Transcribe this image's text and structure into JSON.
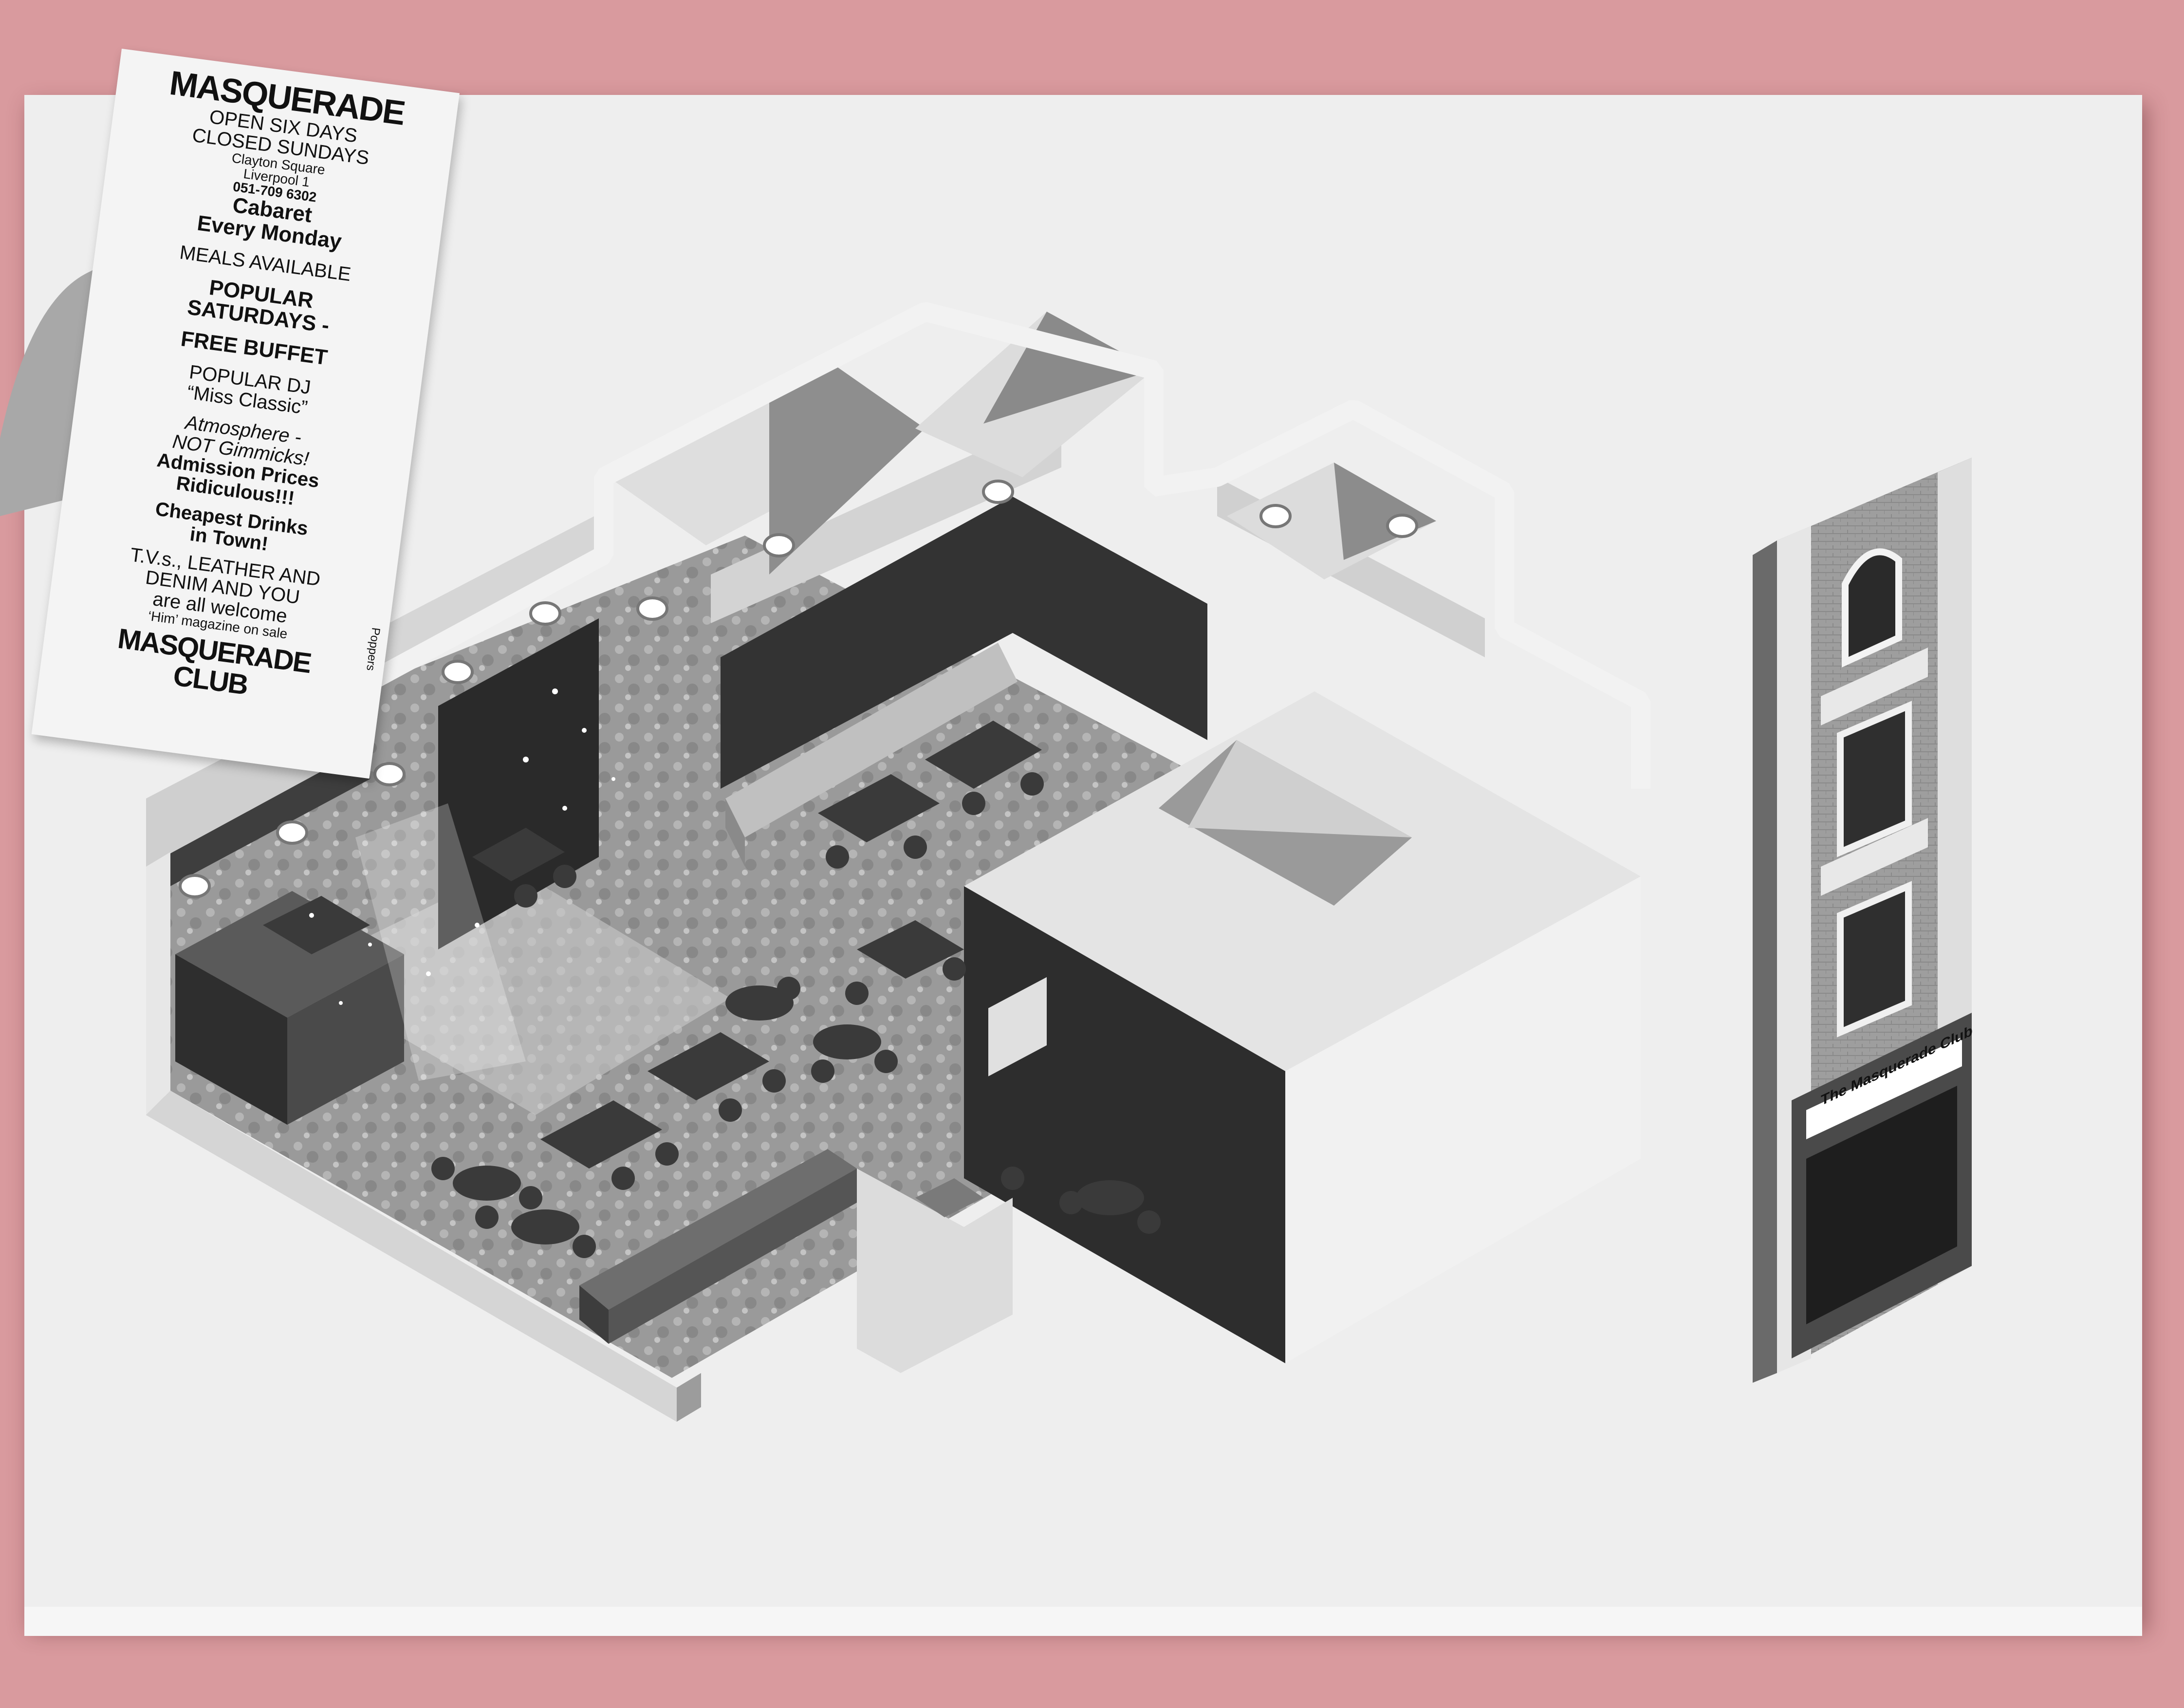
{
  "flyer": {
    "title": "MASQUERADE",
    "hours_1": "OPEN SIX DAYS",
    "hours_2": "CLOSED SUNDAYS",
    "address_1": "Clayton Square",
    "address_2": "Liverpool 1",
    "phone": "051-709 6302",
    "cabaret_1": "Cabaret",
    "cabaret_2": "Every Monday",
    "meals": "MEALS AVAILABLE",
    "popular_1": "POPULAR",
    "popular_2": "SATURDAYS -",
    "buffet": "FREE BUFFET",
    "dj_1": "POPULAR DJ",
    "dj_2": "“Miss Classic”",
    "atmos_1": "Atmosphere -",
    "atmos_2": "NOT Gimmicks!",
    "prices_1": "Admission Prices",
    "prices_2": "Ridiculous!!!",
    "drinks_1": "Cheapest Drinks",
    "drinks_2": "in Town!",
    "welcome_1": "T.V.s., LEATHER AND",
    "welcome_2": "DENIM AND YOU",
    "welcome_3": "are all welcome",
    "magazine": "‘Him’ magazine on sale",
    "footer_1": "MASQUERADE",
    "footer_2": "CLUB",
    "side": "Poppers"
  },
  "facade": {
    "sign": "The Masquerade Club"
  },
  "colors": {
    "background": "#d99a9e",
    "paper": "#eeeeee",
    "ink": "#111111"
  }
}
